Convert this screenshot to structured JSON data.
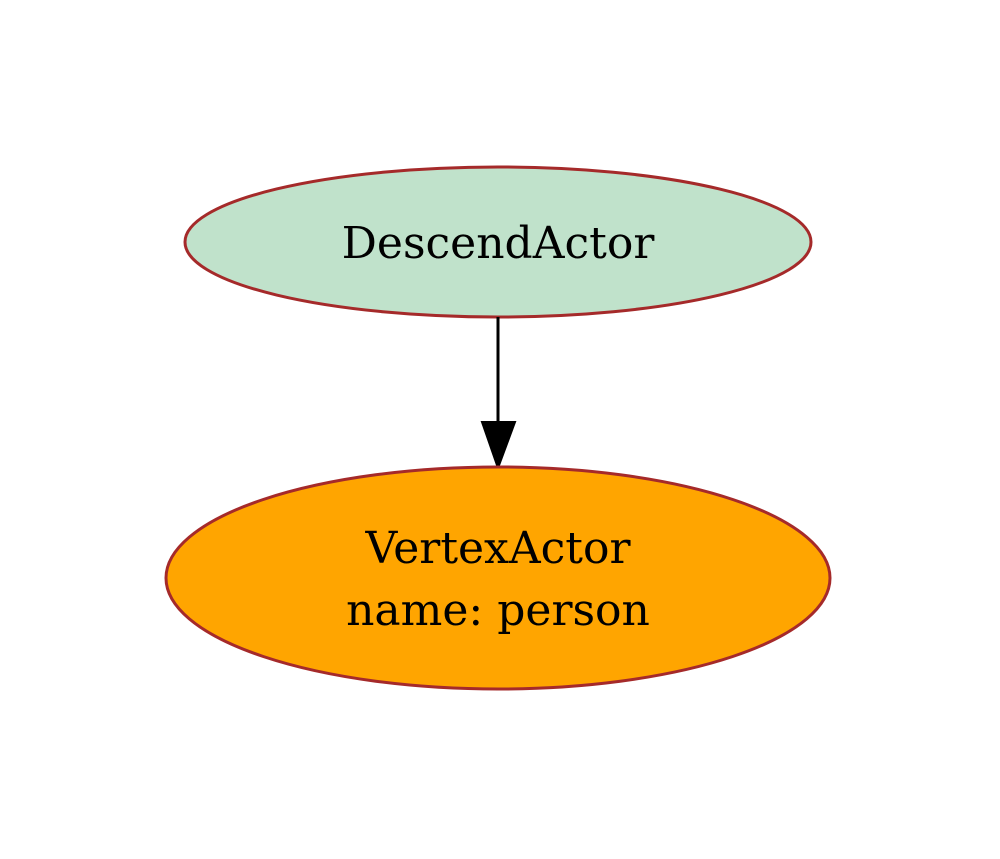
{
  "nodes": {
    "descend": {
      "label": "DescendActor",
      "fill": "#c0e2cb",
      "stroke": "#a52a2a"
    },
    "vertex": {
      "label_line1": "VertexActor",
      "label_line2": "name: person",
      "fill": "#ffa500",
      "stroke": "#a52a2a"
    }
  },
  "edges": [
    {
      "from": "DescendActor",
      "to": "VertexActor",
      "color": "#000000"
    }
  ]
}
